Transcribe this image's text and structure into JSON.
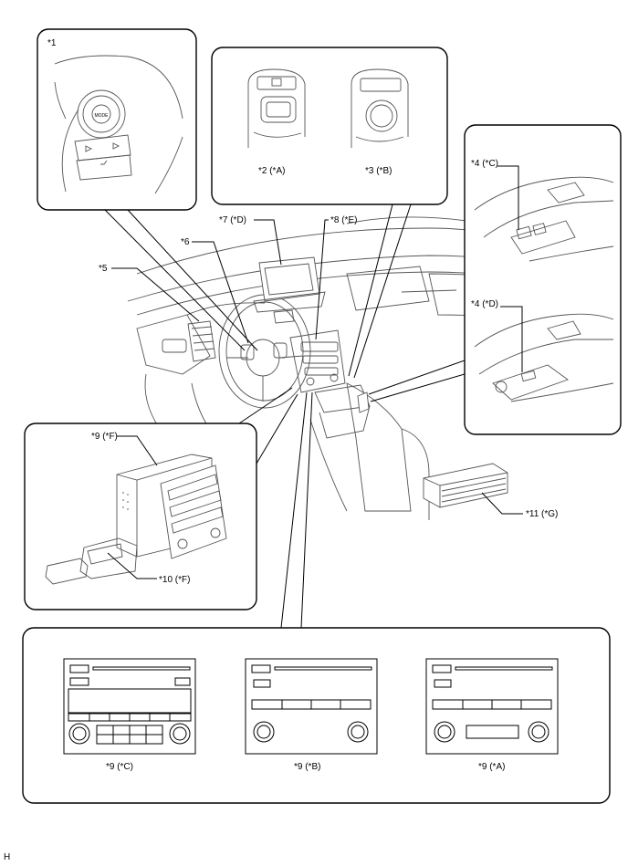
{
  "callouts": {
    "c1": "*1",
    "c2": "*2 (*A)",
    "c3": "*3 (*B)",
    "c4c": "*4 (*C)",
    "c4d": "*4 (*D)",
    "c5": "*5",
    "c6": "*6",
    "c7": "*7 (*D)",
    "c8": "*8 (*E)",
    "c9f": "*9 (*F)",
    "c10": "*10 (*F)",
    "c11": "*11 (*G)",
    "c9c": "*9 (*C)",
    "c9b": "*9 (*B)",
    "c9a": "*9 (*A)"
  },
  "switch_text": {
    "mode": "MODE"
  },
  "corner_mark": "H"
}
